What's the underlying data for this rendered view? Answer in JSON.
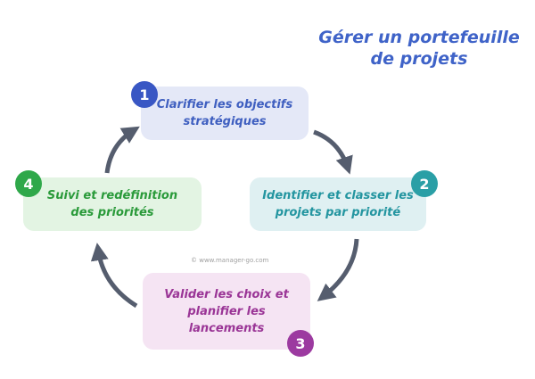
{
  "title": {
    "line1": "Gérer un portefeuille",
    "line2": "de projets"
  },
  "steps": [
    {
      "number": "1",
      "line1": "Clarifier les objectifs",
      "line2": "stratégiques",
      "line3": ""
    },
    {
      "number": "2",
      "line1": "Identifier et classer les",
      "line2": "projets par priorité",
      "line3": ""
    },
    {
      "number": "3",
      "line1": "Valider les choix et",
      "line2": "planifier les",
      "line3": "lancements"
    },
    {
      "number": "4",
      "line1": "Suivi et redéfinition",
      "line2": "des priorités",
      "line3": ""
    }
  ],
  "watermark": "© www.manager-go.com",
  "colors": {
    "title": "#3f63c8",
    "arrow": "#555d6e",
    "step1": {
      "badge": "#3957c4",
      "box": "#e4e8f7",
      "text": "#3f5fc0"
    },
    "step2": {
      "badge": "#2a9fa6",
      "box": "#dff0f2",
      "text": "#2395a0"
    },
    "step3": {
      "badge": "#9c3aa0",
      "box": "#f5e4f3",
      "text": "#9a3596"
    },
    "step4": {
      "badge": "#2fa84a",
      "box": "#e3f4e3",
      "text": "#2a9a3a"
    }
  }
}
